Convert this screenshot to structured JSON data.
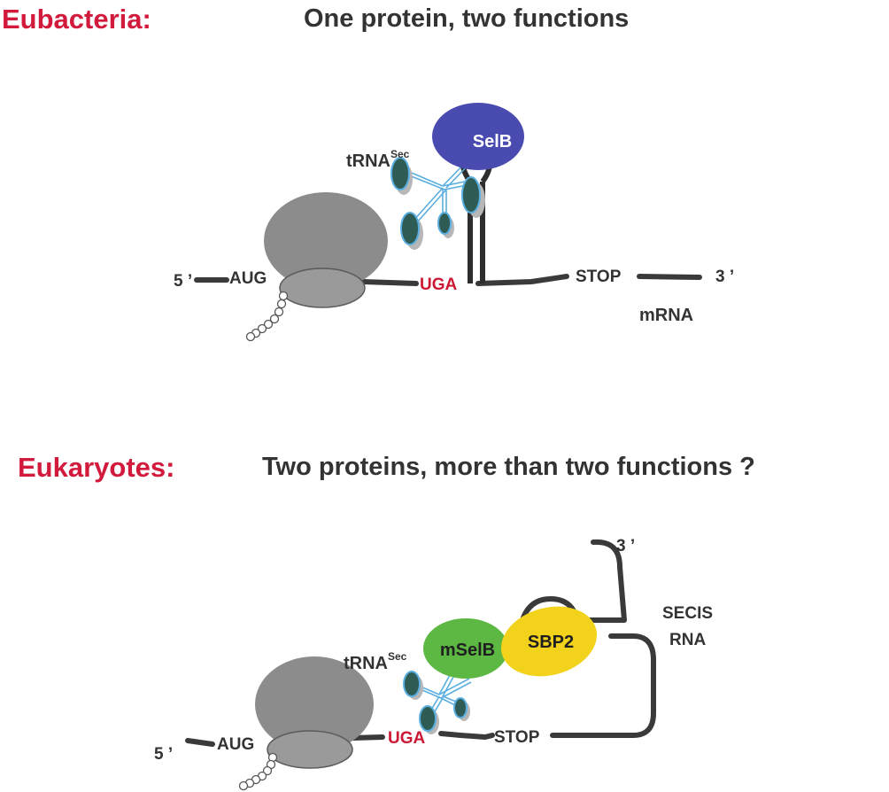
{
  "colors": {
    "heading_red": "#d21a3c",
    "dark_text": "#333333",
    "line": "#3a3a3a",
    "ribosome": "#8c8c8c",
    "selb": "#4a4bb0",
    "mselb": "#5cb843",
    "sbp2": "#f2d21b",
    "trna_lines": "#5aaee0",
    "codon_red": "#cc1833"
  },
  "top": {
    "kingdom": "Eubacteria:",
    "subtitle": "One protein, two functions",
    "trna_label": "tRNA",
    "trna_sup": "Sec",
    "protein": "SelB",
    "five_prime": "5 ’",
    "start_codon": "AUG",
    "sec_codon": "UGA",
    "stop_codon": "STOP",
    "three_prime": "3 ’",
    "mrna_label": "mRNA"
  },
  "bottom": {
    "kingdom": "Eukaryotes:",
    "subtitle": "Two proteins, more than two functions ?",
    "trna_label": "tRNA",
    "trna_sup": "Sec",
    "protein_1": "mSelB",
    "protein_2": "SBP2",
    "five_prime": "5 ’",
    "start_codon": "AUG",
    "sec_codon": "UGA",
    "stop_codon": "STOP",
    "three_prime": "3 ’",
    "secis_line1": "SECIS",
    "secis_line2": "RNA"
  }
}
